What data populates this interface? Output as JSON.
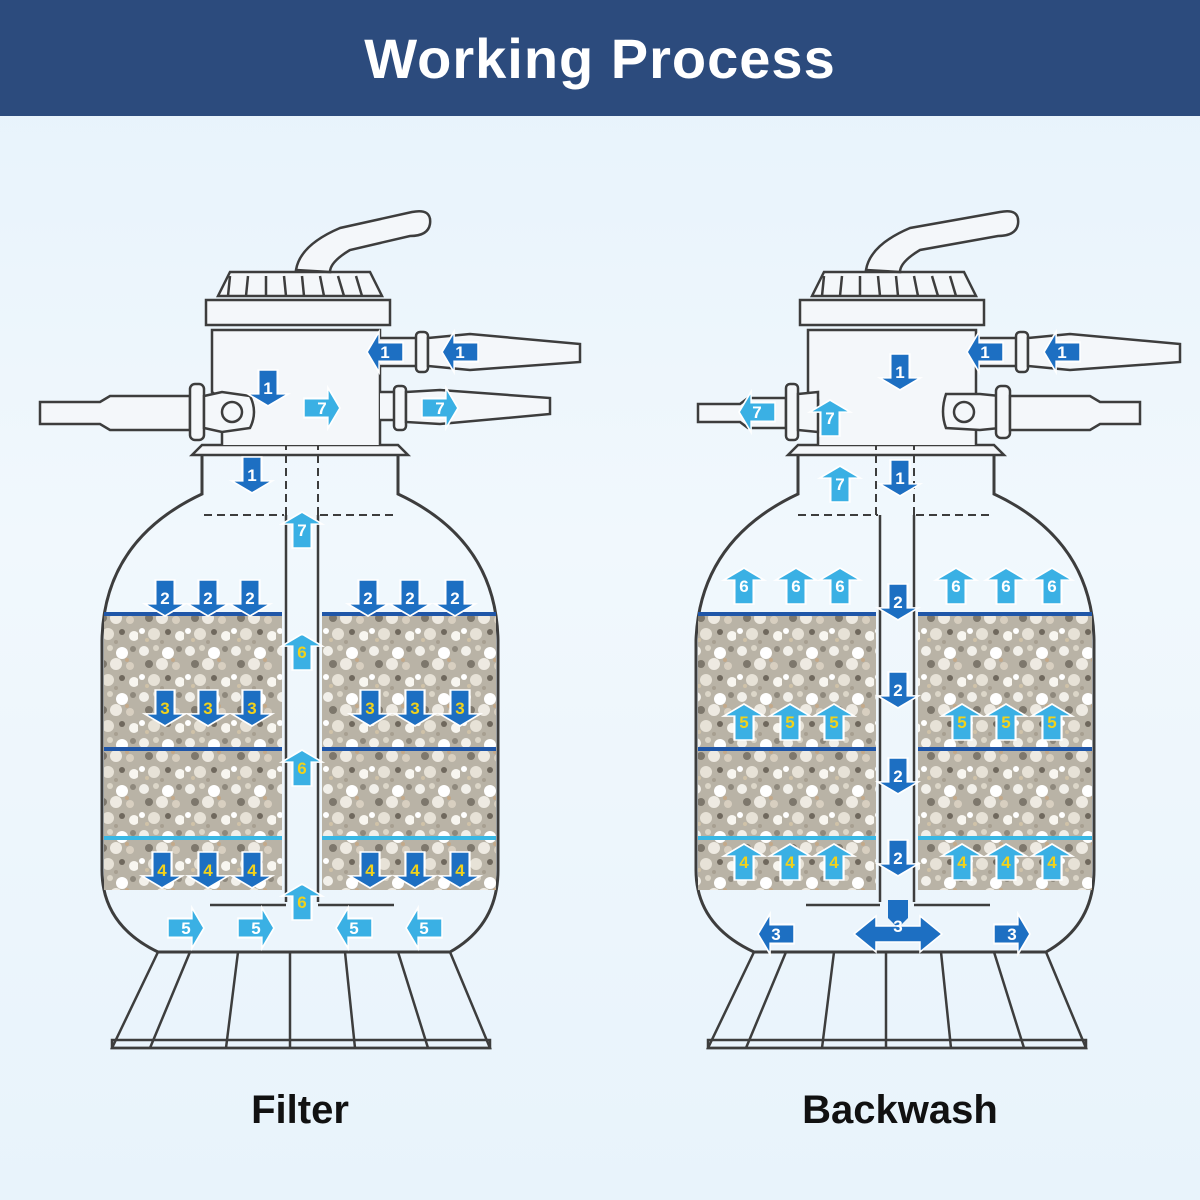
{
  "title": "Working Process",
  "panels": [
    {
      "id": "filter",
      "label": "Filter"
    },
    {
      "id": "backwash",
      "label": "Backwash"
    }
  ],
  "colors": {
    "header_bg": "#2c4b7d",
    "dark_arrow": "#1d6fc2",
    "light_arrow": "#3ab0e4",
    "number_yellow": "#f2d21b",
    "number_white": "#ffffff",
    "layer_line": "#1f56a8",
    "layer_line_light": "#3ab7e4",
    "outline": "#3d3d3d"
  },
  "flow_steps": {
    "filter": [
      "1",
      "1",
      "1",
      "1",
      "7",
      "7",
      "7",
      "2",
      "3",
      "4",
      "5",
      "6"
    ],
    "backwash": [
      "1",
      "1",
      "1",
      "1",
      "7",
      "7",
      "7",
      "2",
      "3",
      "4",
      "5",
      "6"
    ]
  }
}
